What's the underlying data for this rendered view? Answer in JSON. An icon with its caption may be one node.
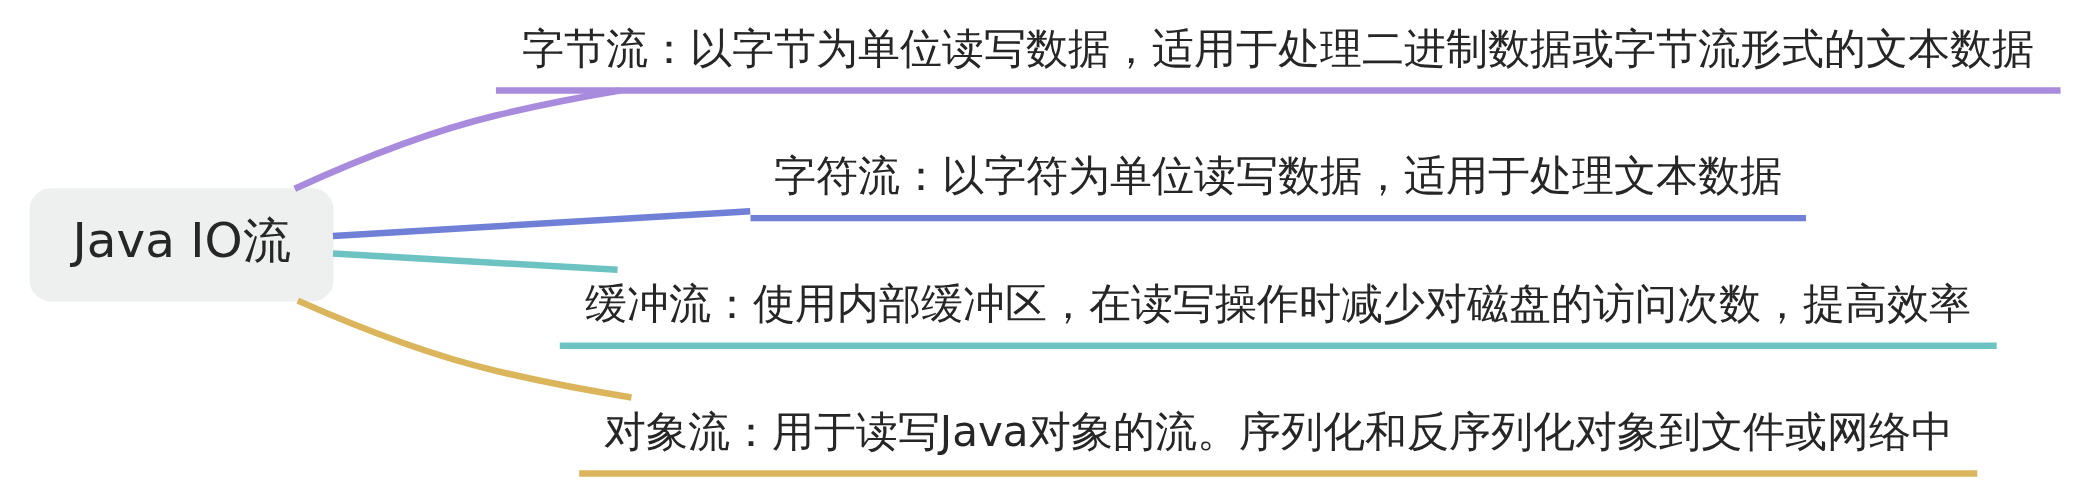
{
  "diagram": {
    "nodes": [
      {
        "text": [
          "Java IO流"
        ]
      },
      {
        "text": [
          "字节流：以字节为单位读写数据，适用于处理二进制数据或字节流形式的文本数据"
        ]
      },
      {
        "text": [
          "字符流：以字符为单位读写数据，适用于处理文本数据"
        ]
      },
      {
        "text": [
          "缓冲流：使用内部缓冲区，在读写操作时减少对磁盘的访问次数，提高效率"
        ]
      },
      {
        "text": [
          "对象流：用于读写Java对象的流。序列化和反序列化对象到文件或网络中"
        ]
      }
    ],
    "edges": [
      {
        "from": 0,
        "to": 1,
        "arrow": "none",
        "color": "#a88bdc"
      },
      {
        "from": 0,
        "to": 2,
        "arrow": "none",
        "color": "#6f80d6"
      },
      {
        "from": 0,
        "to": 3,
        "arrow": "none",
        "color": "#6cc3c2"
      },
      {
        "from": 0,
        "to": 4,
        "arrow": "none",
        "color": "#dbb55b"
      }
    ]
  }
}
